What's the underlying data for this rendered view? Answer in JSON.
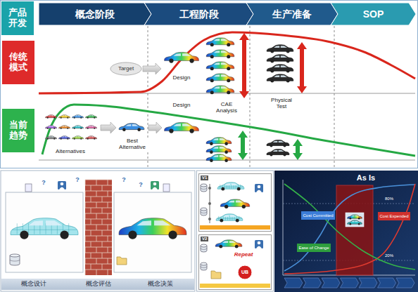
{
  "diagram": {
    "nodes": [
      {
        "text": [
          "产品开发"
        ]
      },
      {
        "text": [
          "概念阶段"
        ]
      },
      {
        "text": [
          "工程阶段"
        ]
      },
      {
        "text": [
          "生产准备"
        ]
      },
      {
        "text": [
          "SOP"
        ]
      },
      {
        "text": [
          "传统模式"
        ]
      },
      {
        "text": [
          "Target"
        ]
      },
      {
        "text": [
          "当前趋势"
        ]
      },
      {
        "text": [
          "V1"
        ]
      },
      {
        "text": [
          "V2"
        ]
      },
      {
        "text": [
          "UB"
        ],
        "in": 9
      },
      {
        "text": [
          "As Is"
        ]
      },
      {
        "text": [
          "Cost Committed"
        ],
        "in": 11
      },
      {
        "text": [
          "Cost Expended"
        ],
        "in": 11
      },
      {
        "text": [
          "Ease of Change"
        ],
        "in": 11
      }
    ],
    "labels": [
      "Design",
      "CAE Analysis",
      "Physical Test",
      "Alternatives",
      "Best Alternative",
      "Design",
      "?",
      "?",
      "?",
      "?",
      "Repeat",
      "80%",
      "20%",
      "概念设计",
      "概念评估",
      "概念决策"
    ]
  }
}
